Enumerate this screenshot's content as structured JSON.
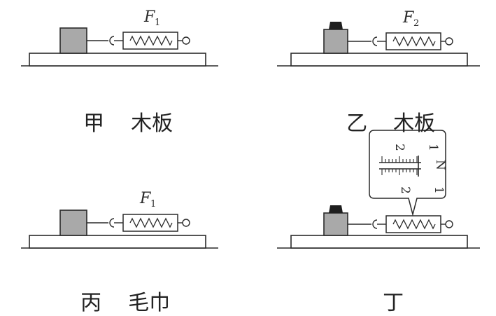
{
  "panels": [
    {
      "caption": "甲",
      "surface": "木板",
      "force_label": {
        "main": "F",
        "sub": "1"
      },
      "has_weight": false
    },
    {
      "caption": "乙",
      "surface": "木板",
      "force_label": {
        "main": "F",
        "sub": "2"
      },
      "has_weight": true
    },
    {
      "caption": "丙",
      "surface": "毛巾",
      "force_label": {
        "main": "F",
        "sub": "1"
      },
      "has_weight": false
    },
    {
      "caption": "丁",
      "surface": "",
      "force_label": null,
      "has_weight": true,
      "callout": {
        "scale_numbers_left": [
          "2",
          "1"
        ],
        "scale_numbers_right": [
          "1",
          "2"
        ],
        "unit": "N"
      }
    }
  ],
  "colors": {
    "line": "#2a2a2a",
    "block_fill": "#a9a9a9",
    "weight_fill": "#1e1e1e",
    "background": "#ffffff"
  }
}
